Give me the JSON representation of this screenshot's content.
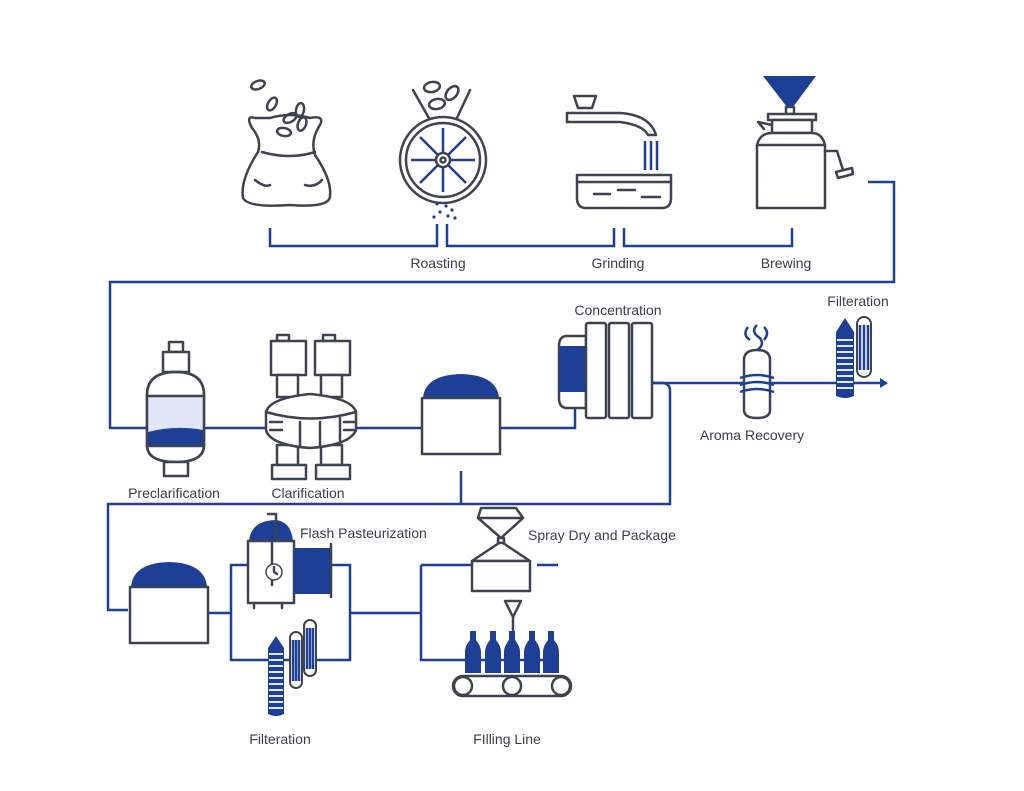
{
  "diagram": {
    "title": "Instant coffee production process",
    "colors": {
      "pipe": "#1e3f96",
      "outline": "#3d4350",
      "accent": "#1e3f96",
      "liquid_light": "#dfe6f5"
    },
    "stages": {
      "bean_sack": {
        "label": "",
        "icon": "coffee-bean-sack-icon"
      },
      "roasting": {
        "label": "Roasting",
        "icon": "roaster-drum-icon"
      },
      "grinding": {
        "label": "Grinding",
        "icon": "grinder-icon"
      },
      "brewing": {
        "label": "Brewing",
        "icon": "brewing-pot-icon"
      },
      "preclarification": {
        "label": "Preclarification",
        "icon": "preclarification-tank-icon"
      },
      "clarification": {
        "label": "Clarification",
        "icon": "centrifuge-icon"
      },
      "holding_tank_1": {
        "label": "",
        "icon": "holding-tank-icon"
      },
      "concentration": {
        "label": "Concentration",
        "icon": "evaporator-icon"
      },
      "aroma_recovery": {
        "label": "Aroma Recovery",
        "icon": "aroma-recovery-icon"
      },
      "filteration_top": {
        "label": "Filteration",
        "icon": "filter-cartridge-icon"
      },
      "holding_tank_2": {
        "label": "",
        "icon": "holding-tank-icon"
      },
      "flash_pasteurization": {
        "label": "Flash Pasteurization",
        "icon": "pasteurizer-icon"
      },
      "filteration_bottom": {
        "label": "Filteration",
        "icon": "filter-cartridge-icon"
      },
      "spray_dry": {
        "label": "Spray Dry and Package",
        "icon": "spray-dryer-icon"
      },
      "filling_line": {
        "label": "FIlling Line",
        "icon": "bottle-conveyor-icon"
      }
    }
  }
}
